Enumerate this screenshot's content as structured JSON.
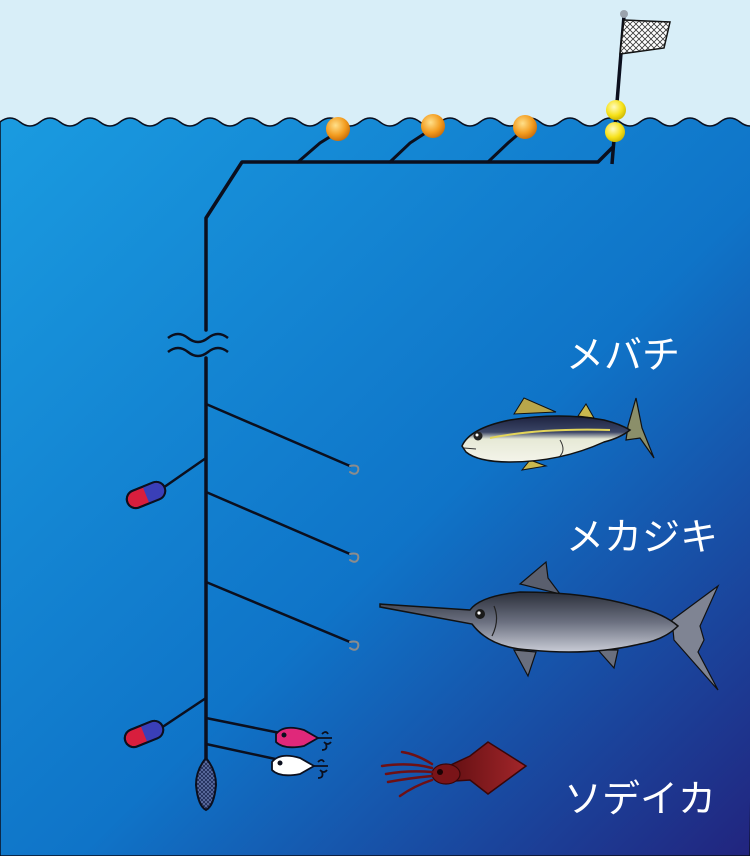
{
  "labels": {
    "bigeye_tuna": "メバチ",
    "swordfish": "メカジキ",
    "diamond_squid": "ソデイカ"
  },
  "colors": {
    "sky": "#d8eef8",
    "sea_top": "#1a9be0",
    "sea_mid": "#0f6fc4",
    "sea_bottom": "#232d86",
    "line": "#0b0f1e",
    "float_orange": "#f39c1f",
    "buoy_yellow": "#f7e21b",
    "squid": "#8b1c1f"
  },
  "icons": [
    "flag-buoy-icon",
    "orange-float-icon",
    "hook-icon",
    "light-stick-icon",
    "lure-icon",
    "sinker-icon",
    "tuna-icon",
    "swordfish-icon",
    "squid-icon",
    "line-break-icon"
  ]
}
